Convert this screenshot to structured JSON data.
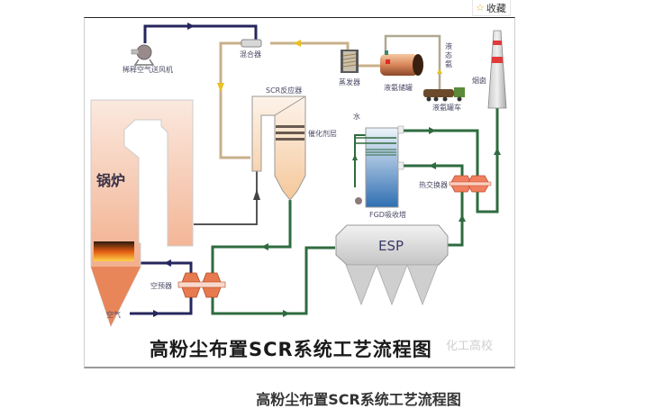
{
  "toolbar": {
    "favorite_icon": "star-icon",
    "favorite_label": "收藏"
  },
  "diagram": {
    "title": "高粉尘布置SCR系统工艺流程图",
    "watermark": "化工高校",
    "labels": {
      "dilution_fan": "稀释空气送风机",
      "mixer": "混合器",
      "evaporator": "蒸发器",
      "ammonia_tank": "液氨储罐",
      "liquid_ammonia": [
        "液",
        "态",
        "氨"
      ],
      "ammonia_truck": "液氨罐车",
      "chimney": "烟囱",
      "scr_reactor": "SCR反应器",
      "catalyst_layer": "催化剂层",
      "water": "水",
      "fgd_tower": "FGD吸收塔",
      "heat_exchanger": "热交换器",
      "boiler": "锅炉",
      "air_preheater": "空预器",
      "air": "空气",
      "esp": "ESP"
    },
    "colors": {
      "flue_gas_pipe": "#2e6b3f",
      "air_pipe": "#26265e",
      "ammonia_pipe": "#c8b08a",
      "arrow_yellow": "#e8c020",
      "boiler_fill": "#f0a078",
      "esp_fill": "#d8d8d8",
      "fgd_fill": "#3d7ab8"
    }
  },
  "caption": "高粉尘布置SCR系统工艺流程图"
}
